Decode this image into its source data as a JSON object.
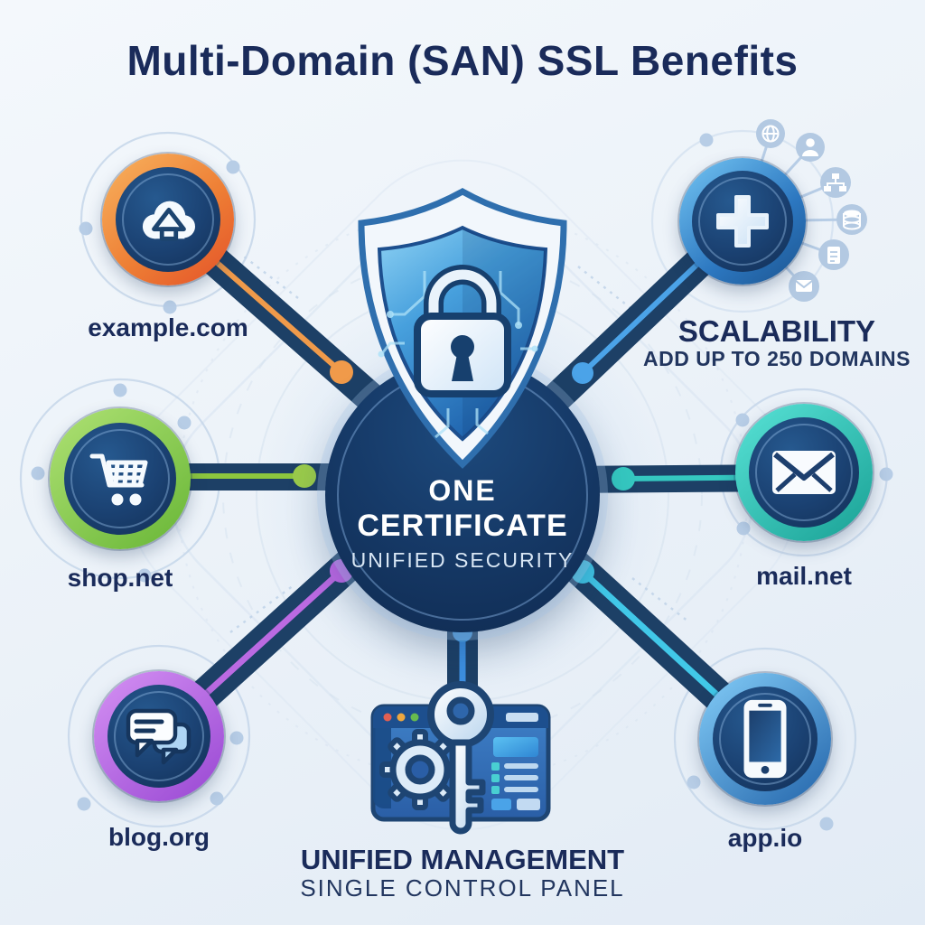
{
  "title": "Multi-Domain (SAN) SSL Benefits",
  "hub": {
    "icon": "shield-lock-icon",
    "line1": "ONE",
    "line2": "CERTIFICATE",
    "line3": "UNIFIED SECURITY"
  },
  "nodes": [
    {
      "id": "example-com",
      "label": "example.com",
      "icon": "cloud-upload-icon",
      "accent": "#ef8f42"
    },
    {
      "id": "scalability",
      "label": "SCALABILITY",
      "sublabel": "ADD UP TO 250 DOMAINS",
      "icon": "plus-icon",
      "accent": "#3e9ade"
    },
    {
      "id": "shop-net",
      "label": "shop.net",
      "icon": "shopping-cart-icon",
      "accent": "#7fc350"
    },
    {
      "id": "mail-net",
      "label": "mail.net",
      "icon": "envelope-icon",
      "accent": "#2fc2b4"
    },
    {
      "id": "blog-org",
      "label": "blog.org",
      "icon": "chat-bubbles-icon",
      "accent": "#b667de"
    },
    {
      "id": "app-io",
      "label": "app.io",
      "icon": "smartphone-icon",
      "accent": "#41b1e6"
    }
  ],
  "management": {
    "label": "UNIFIED MANAGEMENT",
    "sublabel": "SINGLE CONTROL PANEL",
    "icon": "key-control-panel-icon"
  },
  "scalability_satellites": [
    "globe-icon",
    "user-icon",
    "sitemap-icon",
    "database-icon",
    "document-icon",
    "mail-icon"
  ],
  "colors": {
    "background": "#edf3f9",
    "text_navy": "#1a2b5a",
    "hub_navy": "#14345f",
    "connector_navy": "#1d4066",
    "orange": "#ef8f42",
    "green": "#8cc63e",
    "teal": "#35c8c0",
    "purple": "#bb6ae2",
    "cyan": "#41c8e8",
    "blue": "#4494e4"
  }
}
